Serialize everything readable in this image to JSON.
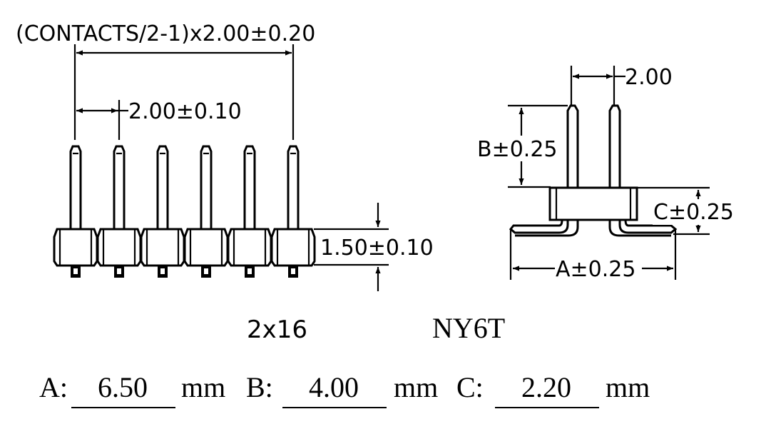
{
  "front_view": {
    "pitch_total_label": "(CONTACTS/2-1)x2.00±0.20",
    "pitch_label": "2.00±0.10",
    "height_label": "1.50±0.10",
    "pin_count": 6
  },
  "side_view": {
    "pitch_label": "2.00",
    "b_label": "B±0.25",
    "c_label": "C±0.25",
    "a_label": "A±0.25"
  },
  "captions": {
    "configuration": "2x16",
    "part_number": "NY6T"
  },
  "dimensions": {
    "a_prefix": "A:",
    "a_value": "6.50",
    "a_unit": "mm",
    "b_prefix": "B:",
    "b_value": "4.00",
    "b_unit": "mm",
    "c_prefix": "C:",
    "c_value": "2.20",
    "c_unit": "mm"
  }
}
